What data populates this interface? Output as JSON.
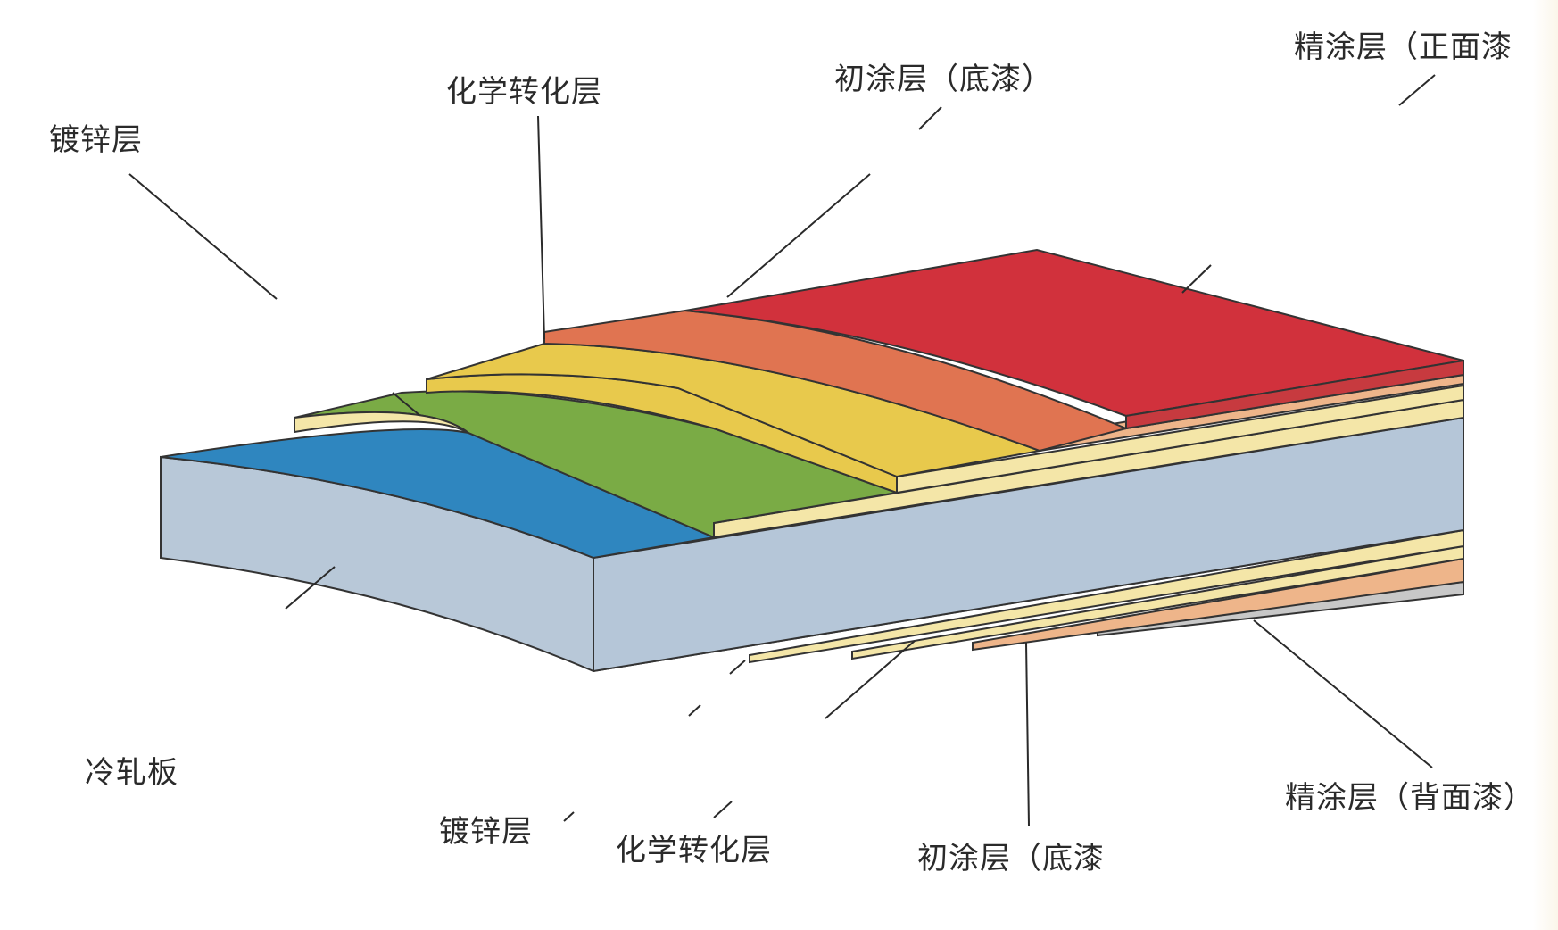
{
  "labels": {
    "top_galvanized": "镀锌层",
    "top_chemical_conversion": "化学转化层",
    "top_primer": "初涂层（底漆）",
    "top_finish_coat": "精涂层（正面漆",
    "cold_rolled": "冷轧板",
    "bottom_galvanized": "镀锌层",
    "bottom_chemical_conversion": "化学转化层",
    "bottom_primer": "初涂层（底漆",
    "bottom_finish_coat": "精涂层（背面漆）"
  },
  "colors": {
    "base_steel": "#b8c8d8",
    "galvanized": "#2f86bf",
    "conversion": "#7aab45",
    "primer": "#e8c94c",
    "finish": "#e07451",
    "top_coat": "#d1313c",
    "edge_cream": "#f4e6a8",
    "edge_peach": "#eeb58a",
    "back_gray": "#c8c8c8",
    "leader_line": "#2a2a2a"
  }
}
